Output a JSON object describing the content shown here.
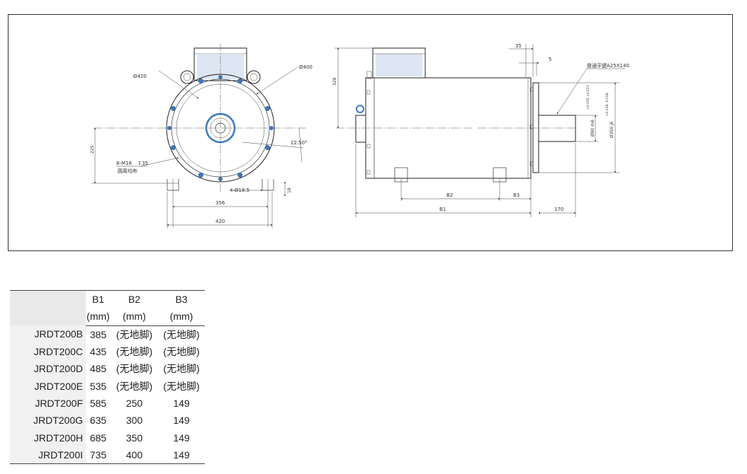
{
  "drawing": {
    "front_view": {
      "dia_left": "Ø420",
      "dia_right": "Ø400",
      "height_225": "225",
      "bolt_note": "8-M16",
      "bolt_depth": "35",
      "bolt_note_cn": "圆周均布",
      "angle": "22.50°",
      "foot_holes": "4-Ø18.5",
      "dim_18": "18",
      "width_356": "356",
      "width_420": "420"
    },
    "side_view": {
      "height_328": "328",
      "dim_35": "35",
      "dim_5": "5",
      "key_note": "普通平键A25X140",
      "shaft_dia": "Ø90 m6",
      "shaft_tol": "+0.035 +0.013",
      "flange_dia": "Ø350 j6",
      "flange_tol": "+0.018 -0.018",
      "label_b2": "B2",
      "label_b3": "B3",
      "label_b1": "B1",
      "dim_170": "170"
    }
  },
  "table": {
    "columns": [
      {
        "label": "B1",
        "unit": "(mm)"
      },
      {
        "label": "B2",
        "unit": "(mm)"
      },
      {
        "label": "B3",
        "unit": "(mm)"
      }
    ],
    "rows": [
      {
        "model": "JRDT200B",
        "b1": "385",
        "b2": "(无地脚)",
        "b3": "(无地脚)"
      },
      {
        "model": "JRDT200C",
        "b1": "435",
        "b2": "(无地脚)",
        "b3": "(无地脚)"
      },
      {
        "model": "JRDT200D",
        "b1": "485",
        "b2": "(无地脚)",
        "b3": "(无地脚)"
      },
      {
        "model": "JRDT200E",
        "b1": "535",
        "b2": "(无地脚)",
        "b3": "(无地脚)"
      },
      {
        "model": "JRDT200F",
        "b1": "585",
        "b2": "250",
        "b3": "149"
      },
      {
        "model": "JRDT200G",
        "b1": "635",
        "b2": "300",
        "b3": "149"
      },
      {
        "model": "JRDT200H",
        "b1": "685",
        "b2": "350",
        "b3": "149"
      },
      {
        "model": "JRDT200I",
        "b1": "735",
        "b2": "400",
        "b3": "149"
      }
    ]
  }
}
